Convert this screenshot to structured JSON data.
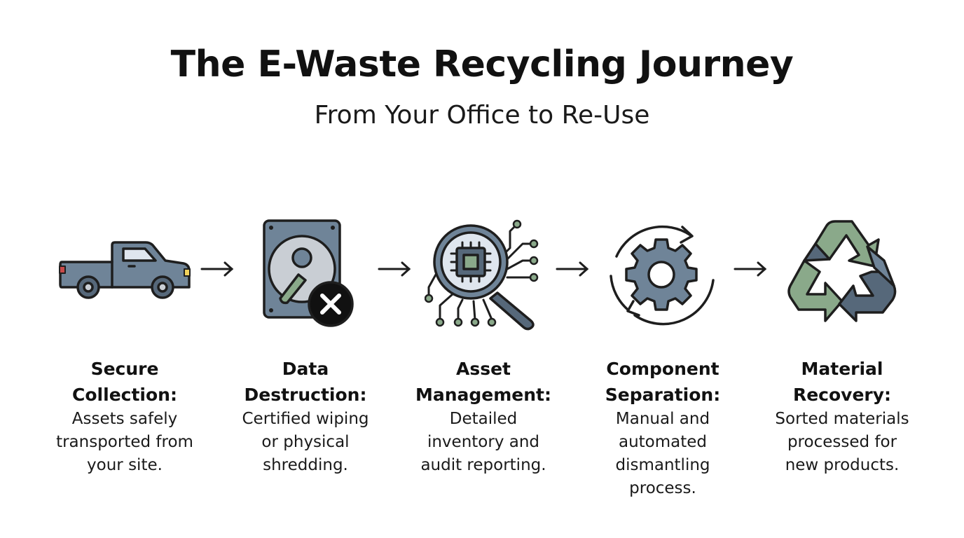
{
  "header": {
    "title": "The E-Waste Recycling Journey",
    "subtitle": "From Your Office to Re-Use"
  },
  "colors": {
    "slate": "#6f8498",
    "slate_dark": "#56687a",
    "green": "#8aa98a",
    "outline": "#1e1e1e",
    "disk_light": "#c9ced4"
  },
  "steps": [
    {
      "icon": "pickup-truck-icon",
      "heading_line1": "Secure",
      "heading_line2": "Collection:",
      "desc": [
        "Assets safely",
        "transported from",
        "your site."
      ]
    },
    {
      "icon": "hard-drive-destruction-icon",
      "heading_line1": "Data",
      "heading_line2": "Destruction:",
      "desc": [
        "Certified wiping",
        "or physical",
        "shredding."
      ]
    },
    {
      "icon": "chip-magnifier-icon",
      "heading_line1": "Asset",
      "heading_line2": "Management:",
      "desc": [
        "Detailed",
        "inventory and",
        "audit reporting."
      ]
    },
    {
      "icon": "gear-cycle-icon",
      "heading_line1": "Component",
      "heading_line2": "Separation:",
      "desc": [
        "Manual and",
        "automated",
        "dismantling",
        "process."
      ]
    },
    {
      "icon": "recycle-icon",
      "heading_line1": "Material",
      "heading_line2": "Recovery:",
      "desc": [
        "Sorted materials",
        "processed for",
        "new products."
      ]
    }
  ]
}
